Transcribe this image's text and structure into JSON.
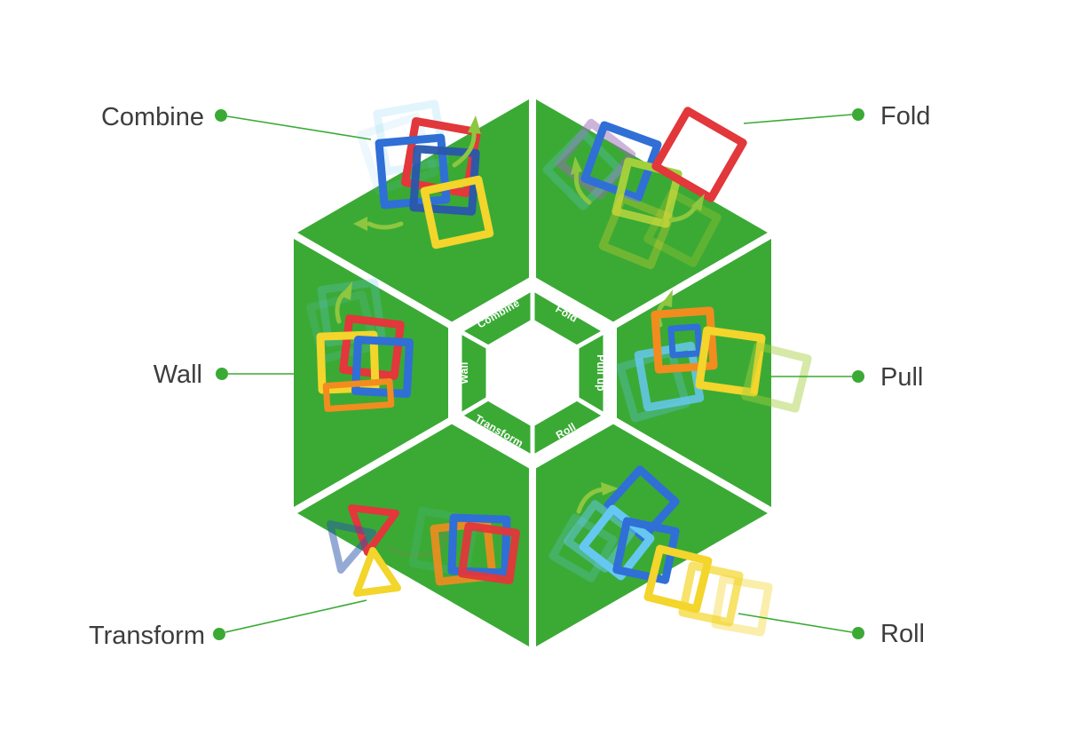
{
  "colors": {
    "brand_green": "#3aaa35",
    "arrow_green": "#8dc63f",
    "label_text": "#3d3d3d",
    "tile_red": "#e2373b",
    "tile_blue": "#2f6fd6",
    "tile_dark_blue": "#2a56ab",
    "tile_light_blue": "#66c8f0",
    "tile_yellow": "#f3d52b",
    "tile_orange": "#f28c1e",
    "tile_lime": "#a4cf3d",
    "tile_purple": "#9b6ab8"
  },
  "outer_labels": {
    "combine": "Combine",
    "fold": "Fold",
    "wall": "Wall",
    "pull": "Pull",
    "transform": "Transform",
    "roll": "Roll"
  },
  "center_labels": {
    "combine": "Combine",
    "fold": "Fold",
    "wall": "Wall",
    "pull_up": "Pull up",
    "transform": "Transform",
    "roll": "Roll"
  }
}
